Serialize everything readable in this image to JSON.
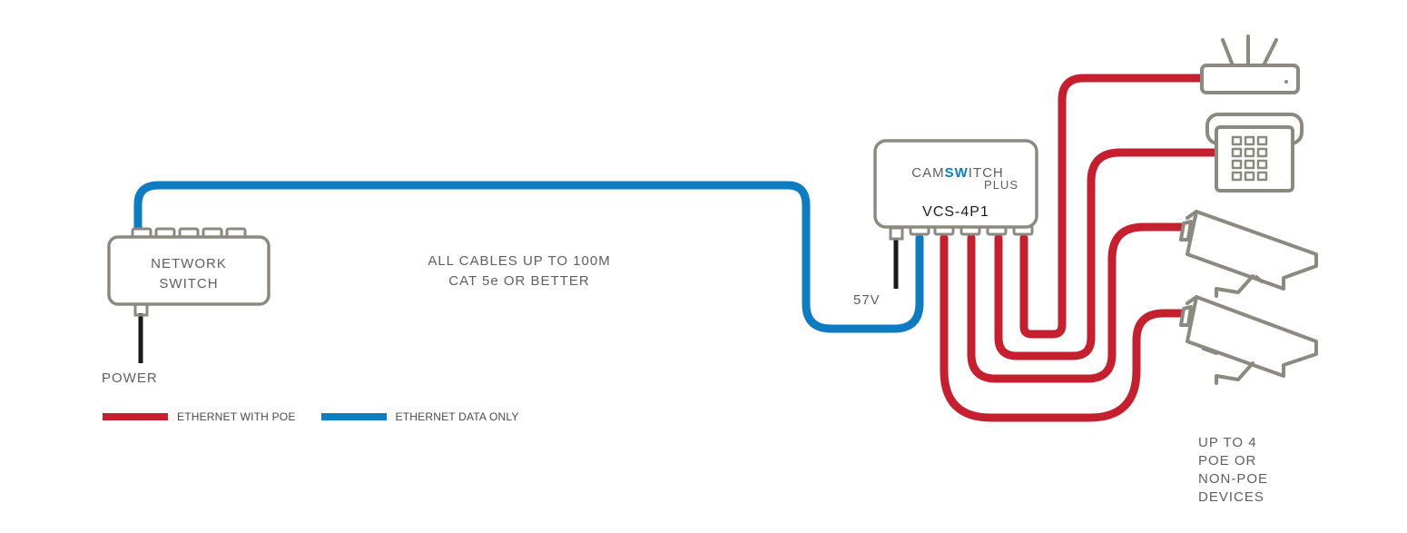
{
  "network_switch": {
    "line1": "NETWORK",
    "line2": "SWITCH",
    "power_label": "POWER"
  },
  "cable_note": {
    "line1": "ALL CABLES UP TO 100M",
    "line2": "CAT 5e OR BETTER"
  },
  "camswitch": {
    "brand_pre": "CAM",
    "brand_mid": "SW",
    "brand_post": "ITCH",
    "brand_sub": "PLUS",
    "model": "VCS-4P1",
    "power_label": "57V"
  },
  "devices_note": [
    "UP TO 4",
    "POE OR",
    "NON-POE",
    "DEVICES"
  ],
  "legend": {
    "poe_label": "ETHERNET WITH POE",
    "data_label": "ETHERNET DATA ONLY",
    "poe_color": "#c4202f",
    "data_color": "#0f7cc2"
  },
  "colors": {
    "device_outline": "#8c8a80",
    "cable_power": "#1a1a1a",
    "brand_accent": "#0f7cc2"
  },
  "icons": [
    "router-icon",
    "keypad-icon",
    "camera-icon",
    "camera-icon"
  ]
}
